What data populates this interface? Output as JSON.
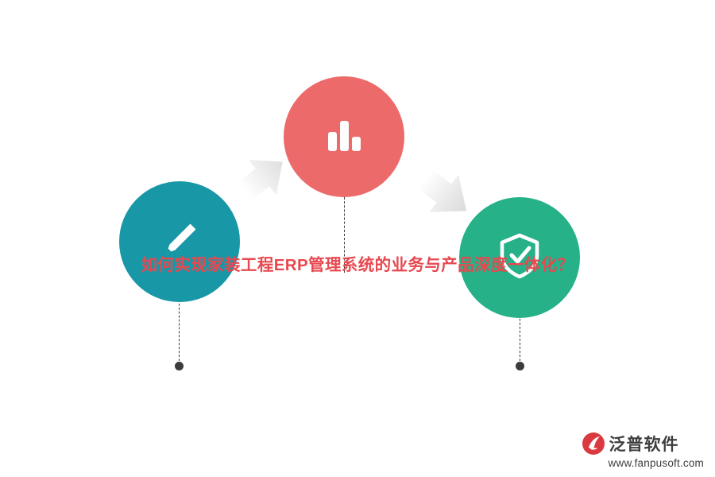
{
  "headline": {
    "text": "如何实现家装工程ERP管理系统的业务与产品深度一体化？",
    "color": "#e8484f"
  },
  "diagram": {
    "type": "three-step-flow",
    "nodes": [
      {
        "id": "node-left",
        "icon": "pencil-icon",
        "color": "#1897a6",
        "label": "",
        "position": "left"
      },
      {
        "id": "node-center",
        "icon": "bar-chart-icon",
        "color": "#ec6a6a",
        "label": "",
        "position": "center-top"
      },
      {
        "id": "node-right",
        "icon": "shield-check-icon",
        "color": "#26b189",
        "label": "",
        "position": "right"
      }
    ],
    "connectors": [
      {
        "id": "arrow-left-center",
        "icon": "arrow-chevron-icon",
        "color": "#e3e3e3",
        "from": "node-left",
        "to": "node-center"
      },
      {
        "id": "arrow-center-right",
        "icon": "arrow-chevron-icon",
        "color": "#e3e3e3",
        "from": "node-center",
        "to": "node-right"
      }
    ],
    "leaders": [
      {
        "id": "leader-left",
        "marker": "dot",
        "color": "#3b3b3b"
      },
      {
        "id": "leader-center",
        "marker": "none",
        "color": "#3b3b3b"
      },
      {
        "id": "leader-right",
        "marker": "dot",
        "color": "#3b3b3b"
      }
    ]
  },
  "watermark": {
    "brand": "泛普软件",
    "url": "www.fanpusoft.com",
    "mark_icon": "fanpu-logo-icon",
    "mark_color": "#d93a3f",
    "text_color": "#3f3f3f"
  }
}
